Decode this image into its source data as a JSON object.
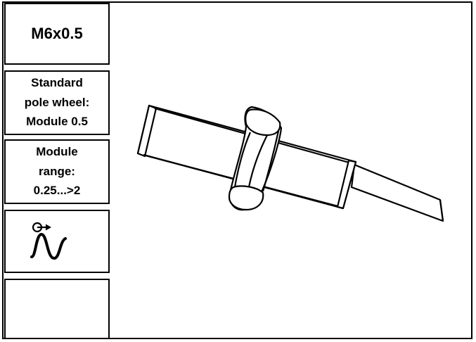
{
  "panel": {
    "thread": "M6x0.5",
    "standard_line1": "Standard",
    "standard_line2": "pole wheel:",
    "standard_line3": "Module 0.5",
    "range_line1": "Module",
    "range_line2": "range:",
    "range_line3": "0.25...>2",
    "symbol_icon": "rotation-sine-signal-icon"
  },
  "drawing": {
    "subject": "threaded-sensor-with-hex-nut-and-cable-icon",
    "line_color": "#000000",
    "fill_color": "#ffffff"
  }
}
